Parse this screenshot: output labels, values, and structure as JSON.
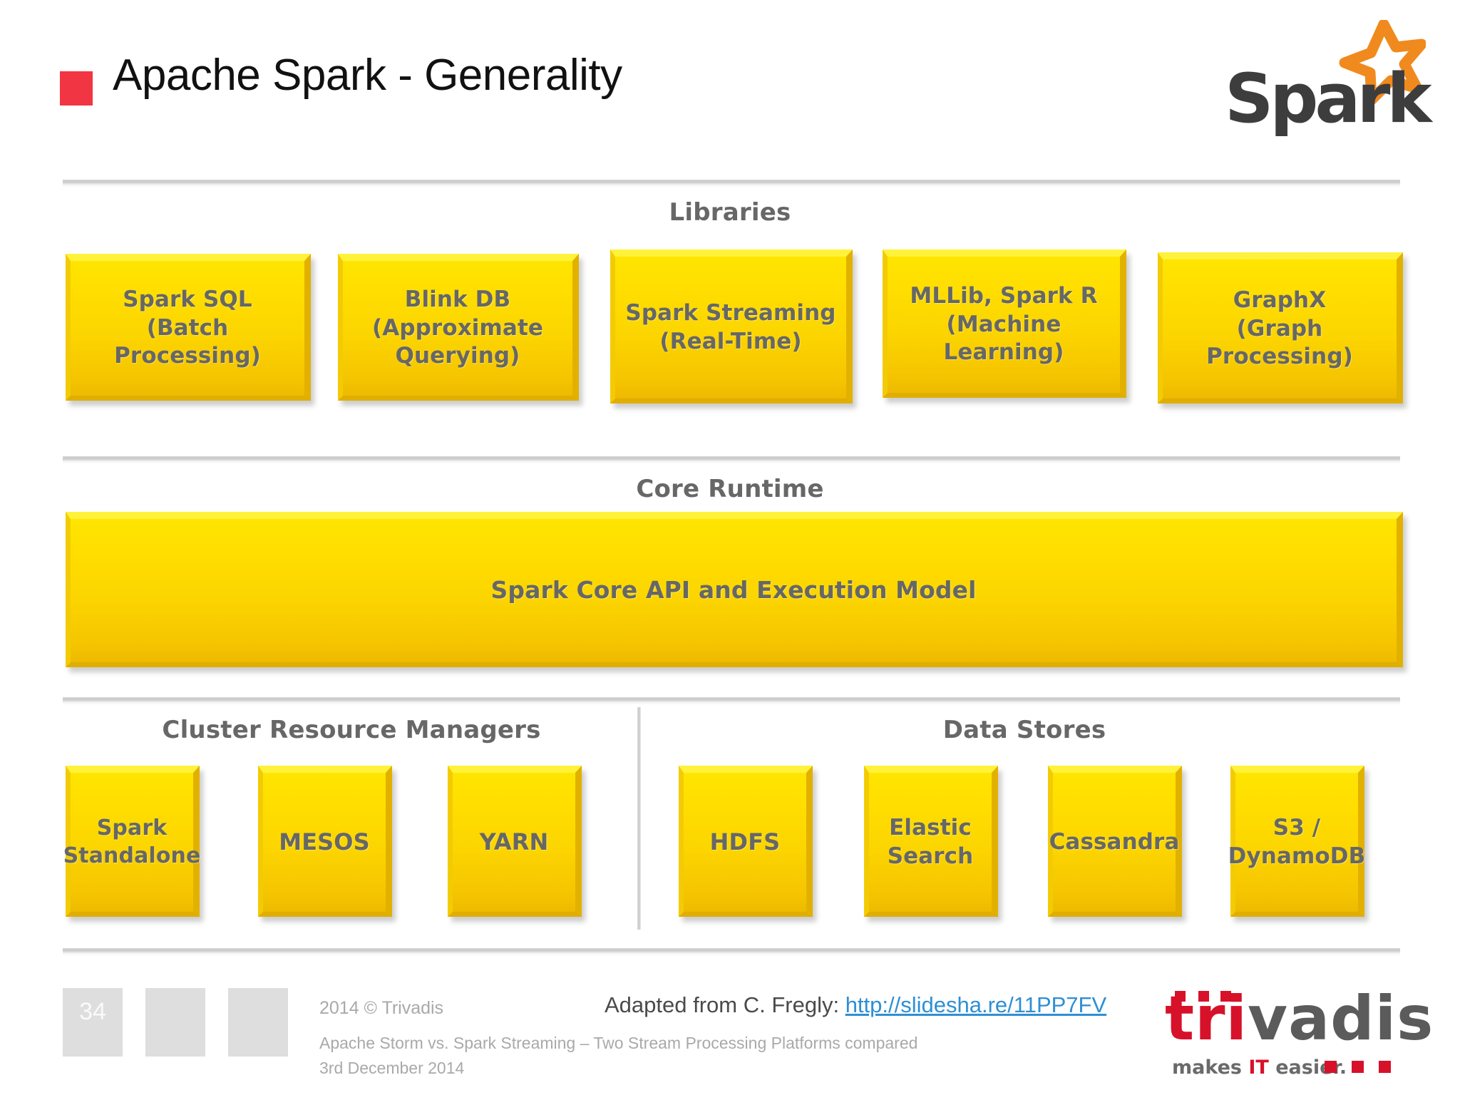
{
  "header": {
    "title": "Apache Spark - Generality",
    "bullet_color": "#F23542",
    "logo": {
      "wordmark": "Spark",
      "star_color": "#F08A1E",
      "text_color": "#3d3d3d"
    }
  },
  "sections": {
    "libraries": {
      "heading": "Libraries",
      "boxes": [
        {
          "lines": [
            "Spark SQL",
            "(Batch",
            "Processing)"
          ]
        },
        {
          "lines": [
            "Blink DB",
            "(Approximate",
            "Querying)"
          ]
        },
        {
          "lines": [
            "Spark Streaming",
            "(Real-Time)"
          ]
        },
        {
          "lines": [
            "MLLib, Spark R",
            "(Machine",
            "Learning)"
          ]
        },
        {
          "lines": [
            "GraphX",
            "(Graph",
            "Processing)"
          ]
        }
      ]
    },
    "core_runtime": {
      "heading": "Core Runtime",
      "box_label": "Spark Core API and Execution Model"
    },
    "cluster_resource_managers": {
      "heading": "Cluster Resource Managers",
      "boxes": [
        {
          "lines": [
            "Spark",
            "Standalone"
          ]
        },
        {
          "lines": [
            "MESOS"
          ]
        },
        {
          "lines": [
            "YARN"
          ]
        }
      ]
    },
    "data_stores": {
      "heading": "Data Stores",
      "boxes": [
        {
          "lines": [
            "HDFS"
          ]
        },
        {
          "lines": [
            "Elastic",
            "Search"
          ]
        },
        {
          "lines": [
            "Cassandra"
          ]
        },
        {
          "lines": [
            "S3 /",
            "DynamoDB"
          ]
        }
      ]
    }
  },
  "footer": {
    "page_number": "34",
    "copyright": "2014 © Trivadis",
    "subtitle": "Apache Storm vs. Spark Streaming – Two Stream Processing Platforms compared",
    "date": "3rd December 2014",
    "credit_prefix": "Adapted from C. Fregly: ",
    "credit_link": "http://slidesha.re/11PP7FV",
    "link_color": "#2e8fd4",
    "logo": {
      "name_red": "tri",
      "name_gray": "vadis",
      "tagline_pre": "makes ",
      "tagline_red": "IT",
      "tagline_post": " easier.",
      "red": "#d7112a",
      "gray": "#5b5b5b"
    }
  },
  "theme": {
    "box_fill_top": "#FFE500",
    "box_fill_bottom": "#EDBA00",
    "box_text": "#666766",
    "heading_text": "#666766",
    "separator": "#c9c9c9"
  }
}
